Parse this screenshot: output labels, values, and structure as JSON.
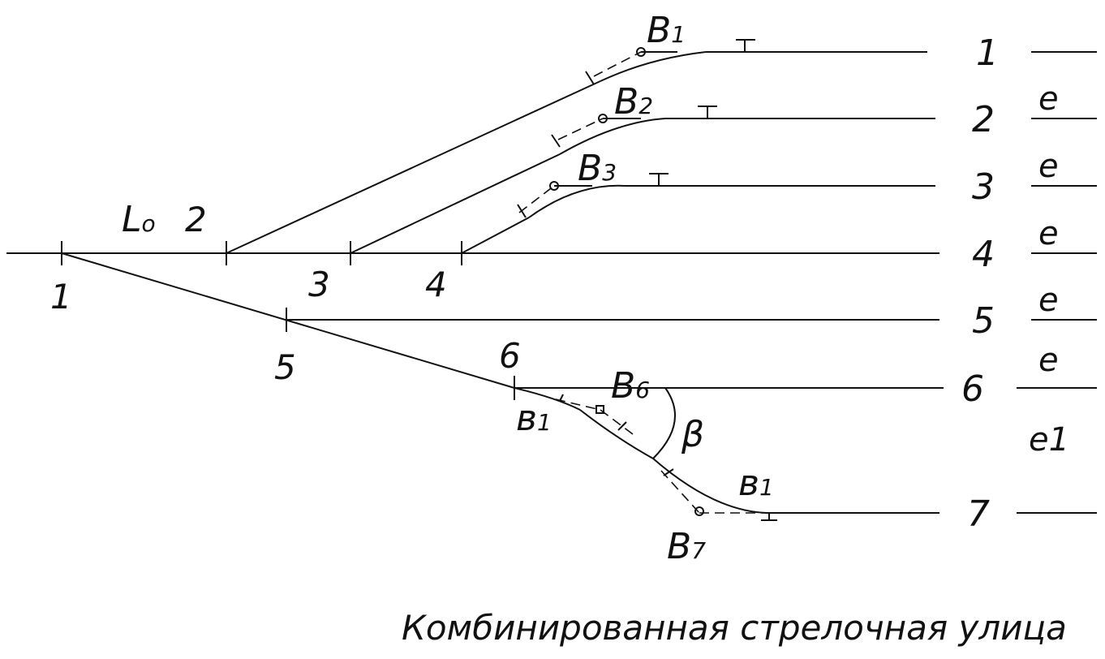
{
  "caption": "Комбинированная стрелочная улица",
  "base_length_label": {
    "main": "L",
    "sub": "o"
  },
  "track_numbers": [
    "1",
    "2",
    "3",
    "4",
    "5",
    "6",
    "7"
  ],
  "switch_numbers": [
    "1",
    "2",
    "3",
    "4",
    "5",
    "6"
  ],
  "spacing_labels": [
    "e",
    "e",
    "e",
    "e",
    "e",
    "e1"
  ],
  "point_labels": {
    "b1": {
      "main": "B",
      "sub": "1"
    },
    "b2": {
      "main": "B",
      "sub": "2"
    },
    "b3": {
      "main": "B",
      "sub": "3"
    },
    "b6": {
      "main": "B",
      "sub": "6"
    },
    "b7": {
      "main": "B",
      "sub": "7"
    }
  },
  "angle_label": "β",
  "curve_labels": [
    {
      "main": "в",
      "sub": "1"
    },
    {
      "main": "в",
      "sub": "1"
    }
  ]
}
